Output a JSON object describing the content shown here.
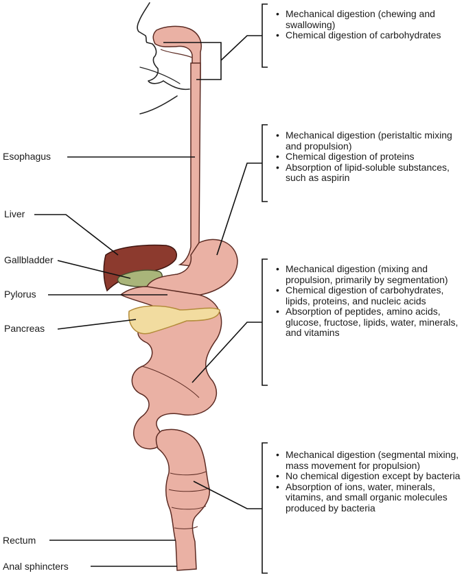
{
  "colors": {
    "tract_fill": "#eab1a4",
    "tract_stroke": "#5b2a22",
    "liver_fill": "#8c3a2e",
    "gallbladder_fill": "#a9b57a",
    "pancreas_fill": "#f2dca0",
    "line": "#111111"
  },
  "icons": [
    "head-profile-icon",
    "digestive-tract-icon",
    "liver-icon",
    "gallbladder-icon",
    "pancreas-icon"
  ],
  "organ_labels": {
    "esophagus": "Esophagus",
    "liver": "Liver",
    "gallbladder": "Gallbladder",
    "pylorus": "Pylorus",
    "pancreas": "Pancreas",
    "rectum": "Rectum",
    "anal_sphincters": "Anal sphincters"
  },
  "callouts": {
    "mouth": [
      "Mechanical digestion (chewing and swallowing)",
      "Chemical digestion of carbohydrates"
    ],
    "stomach": [
      "Mechanical digestion (peristaltic mixing and propulsion)",
      "Chemical digestion of proteins",
      "Absorption of lipid-soluble substances, such as aspirin"
    ],
    "small_intestine": [
      "Mechanical digestion (mixing and propulsion, primarily by segmentation)",
      "Chemical digestion of carbohydrates, lipids, proteins, and nucleic acids",
      "Absorption of peptides, amino acids, glucose, fructose, lipids, water, minerals, and vitamins"
    ],
    "large_intestine": [
      "Mechanical digestion (segmental mixing, mass movement for propulsion)",
      "No chemical digestion except by bacteria",
      "Absorption of ions, water, minerals, vitamins, and small organic molecules produced by bacteria"
    ]
  }
}
